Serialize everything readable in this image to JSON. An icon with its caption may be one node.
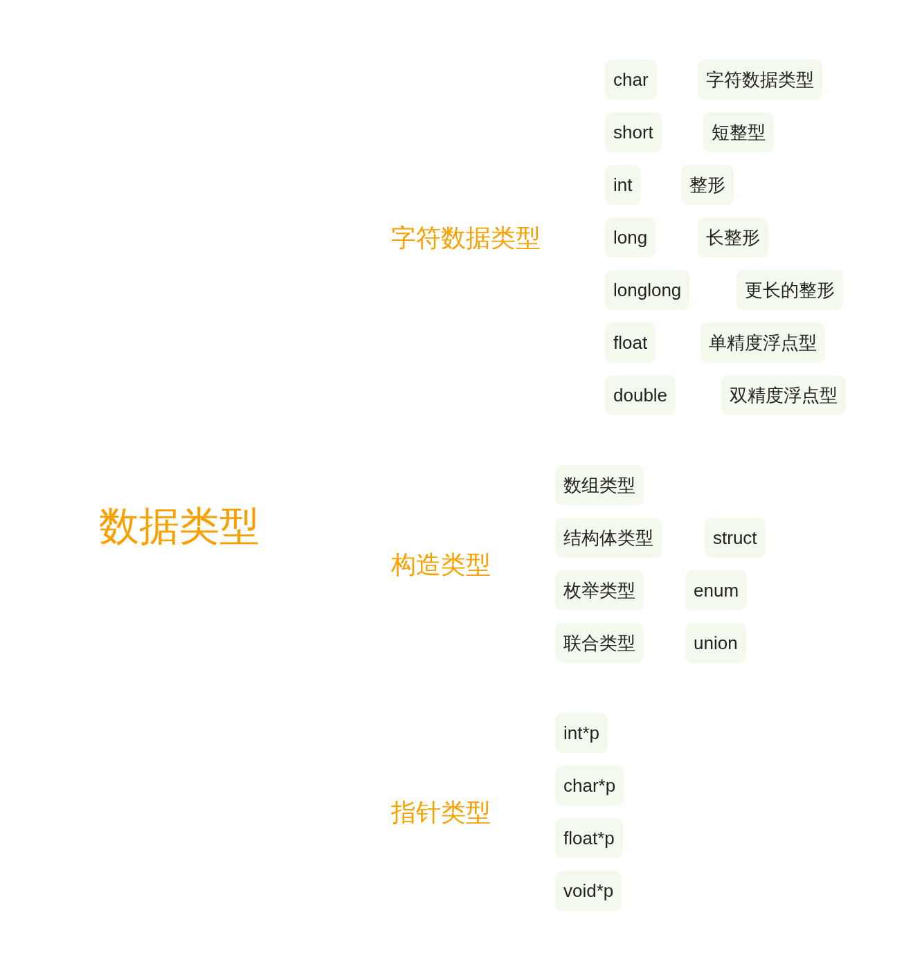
{
  "diagram": {
    "nodes": [
      {
        "text": [
          "char"
        ]
      },
      {
        "text": [
          "字符数据类型"
        ]
      },
      {
        "text": [
          "short"
        ]
      },
      {
        "text": [
          "短整型"
        ]
      },
      {
        "text": [
          "int"
        ]
      },
      {
        "text": [
          "整形"
        ]
      },
      {
        "text": [
          "long"
        ]
      },
      {
        "text": [
          "长整形"
        ]
      },
      {
        "text": [
          "longlong"
        ]
      },
      {
        "text": [
          "更长的整形"
        ]
      },
      {
        "text": [
          "float"
        ]
      },
      {
        "text": [
          "单精度浮点型"
        ]
      },
      {
        "text": [
          "double"
        ]
      },
      {
        "text": [
          "双精度浮点型"
        ]
      },
      {
        "text": [
          "数组类型"
        ]
      },
      {
        "text": [
          "结构体类型"
        ]
      },
      {
        "text": [
          "struct"
        ]
      },
      {
        "text": [
          "枚举类型"
        ]
      },
      {
        "text": [
          "enum"
        ]
      },
      {
        "text": [
          "联合类型"
        ]
      },
      {
        "text": [
          "union"
        ]
      },
      {
        "text": [
          "int*p"
        ]
      },
      {
        "text": [
          "char*p"
        ]
      },
      {
        "text": [
          "float*p"
        ]
      },
      {
        "text": [
          "void*p"
        ]
      }
    ],
    "labels": [
      "数据类型",
      "字符数据类型",
      "构造类型",
      "指针类型"
    ]
  }
}
